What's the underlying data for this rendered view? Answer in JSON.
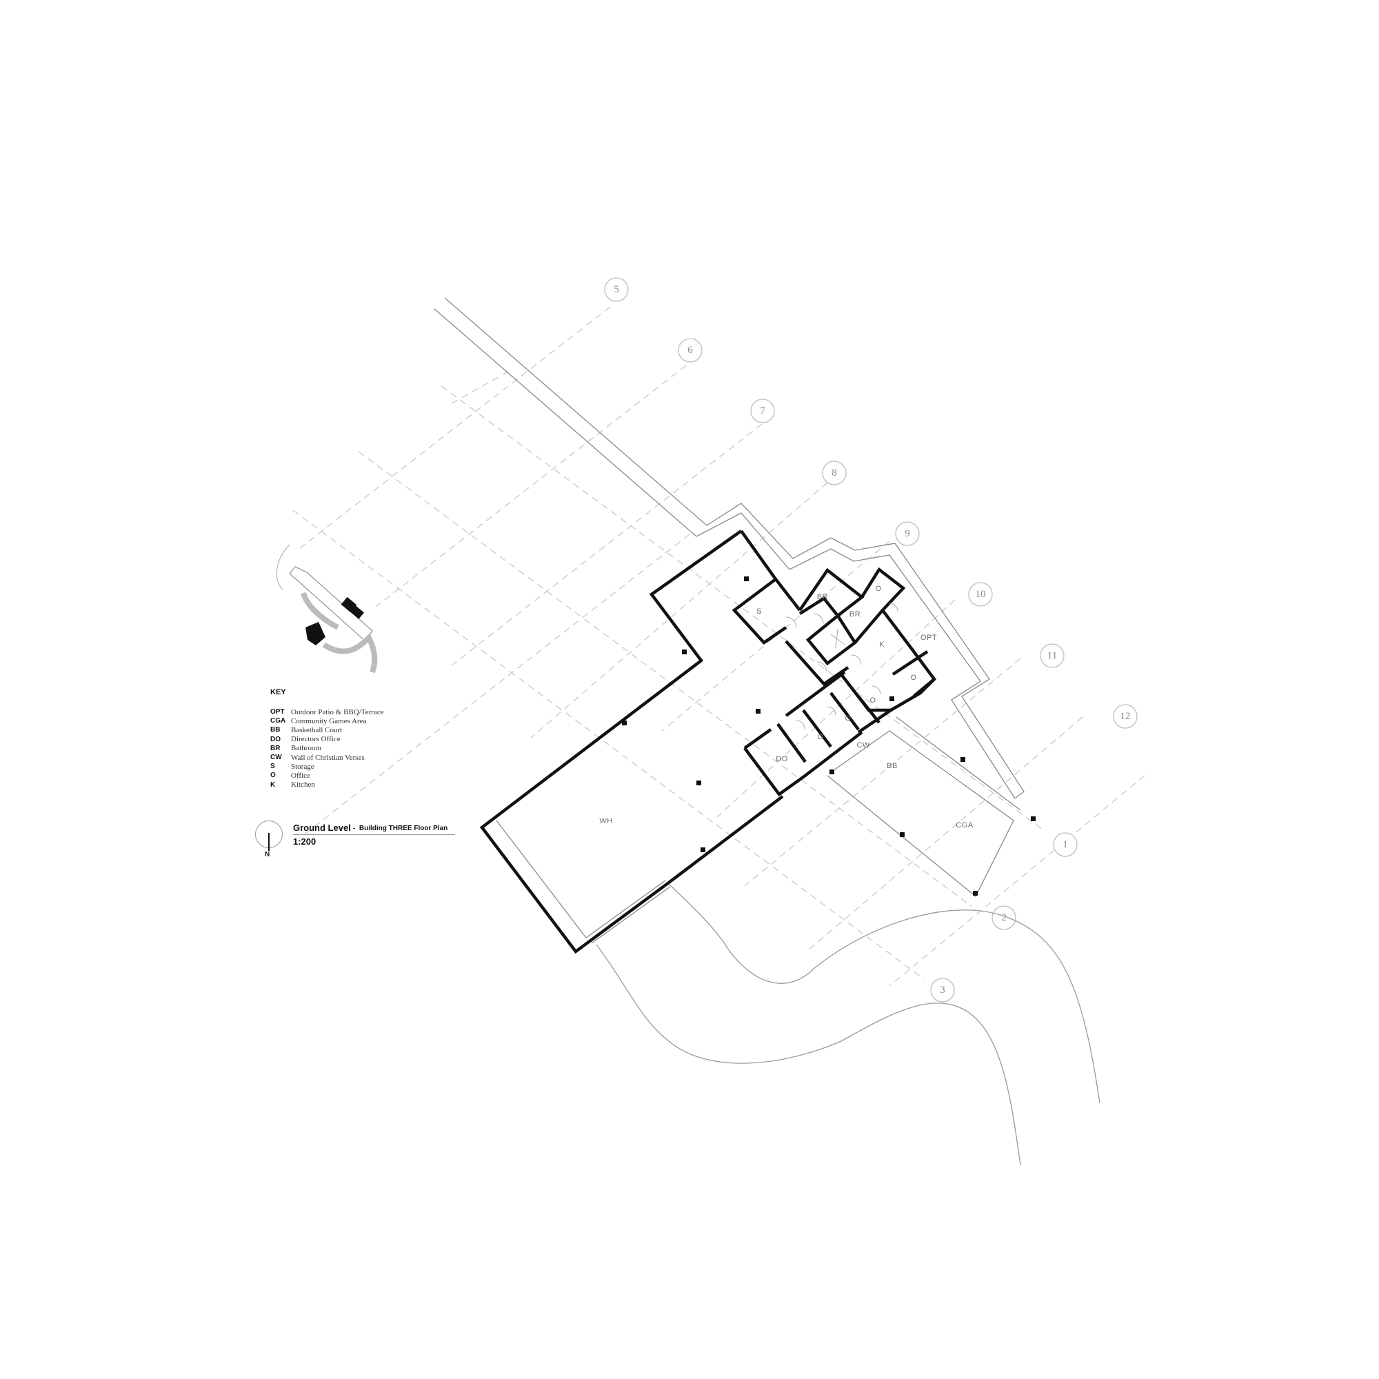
{
  "drawing": {
    "title": "Ground Level",
    "separator": "-",
    "subtitle": "Building THREE Floor Plan",
    "scale": "1:200",
    "north_label": "N"
  },
  "key": {
    "title": "KEY",
    "items": [
      {
        "abbr": "OPT",
        "desc": "Outdoor Patio & BBQ/Terrace"
      },
      {
        "abbr": "CGA",
        "desc": "Community Games Area"
      },
      {
        "abbr": "BB",
        "desc": "Basketball Court"
      },
      {
        "abbr": "DO",
        "desc": "Directors Office"
      },
      {
        "abbr": "BR",
        "desc": "Bathroom"
      },
      {
        "abbr": "CW",
        "desc": "Wall of Christian Verses"
      },
      {
        "abbr": "S",
        "desc": "Storage"
      },
      {
        "abbr": "O",
        "desc": "Office"
      },
      {
        "abbr": "K",
        "desc": "Kitchen"
      }
    ]
  },
  "grid_labels": [
    "1",
    "2",
    "3",
    "5",
    "6",
    "7",
    "8",
    "9",
    "10",
    "11",
    "12"
  ],
  "rooms": {
    "wh": "WH",
    "s": "S",
    "br1": "BR",
    "br2": "BR",
    "o1": "O",
    "k": "K",
    "opt": "OPT",
    "o2": "O",
    "o3": "O",
    "o4": "O",
    "o5": "O",
    "do": "DO",
    "cw": "CW",
    "bb": "BB",
    "cga": "CGA"
  }
}
